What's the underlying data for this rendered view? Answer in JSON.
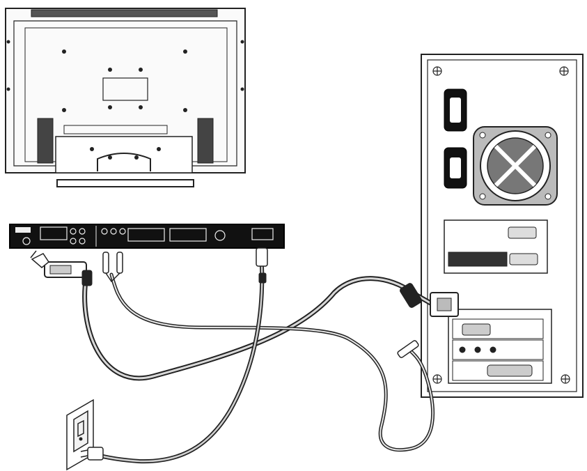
{
  "diagram": {
    "components": [
      {
        "id": "tv-rear",
        "icon": "lcd-tv-back-icon"
      },
      {
        "id": "tv-connector-panel",
        "icon": "connector-strip-icon"
      },
      {
        "id": "pc-tower",
        "icon": "computer-case-back-icon"
      },
      {
        "id": "wall-outlet",
        "icon": "power-outlet-icon"
      }
    ],
    "cables": [
      {
        "id": "vga-cable",
        "from": "tv-connector-panel",
        "to": "pc-tower"
      },
      {
        "id": "audio-cable",
        "from": "tv-connector-panel",
        "to": "pc-tower"
      },
      {
        "id": "power-cable",
        "from": "tv-connector-panel",
        "to": "wall-outlet"
      }
    ],
    "colors": {
      "line": "#222222",
      "fill": "#ffffff",
      "panel": "#111111",
      "shade": "#cfcfcf"
    }
  }
}
